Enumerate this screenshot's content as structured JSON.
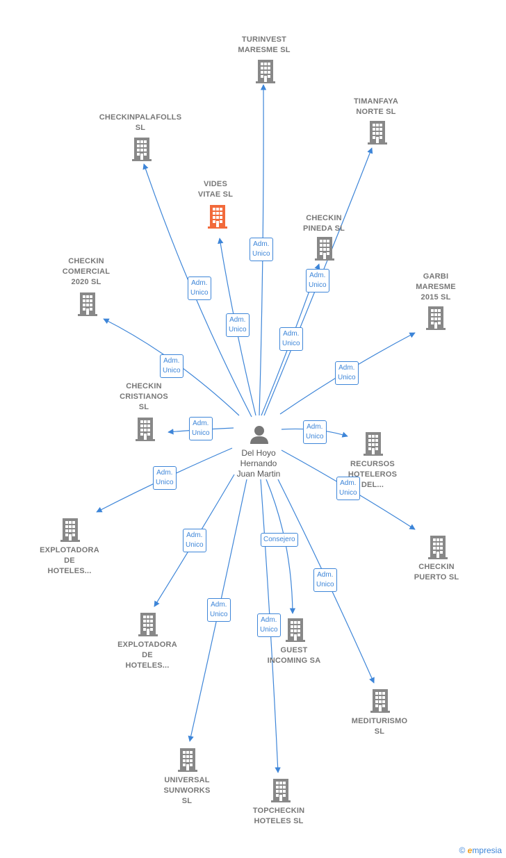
{
  "center": {
    "label": "Del Hoyo\nHernando\nJuan Martin"
  },
  "colors": {
    "edge": "#3d85d8",
    "node": "#888888",
    "highlight": "#f26a3b",
    "person": "#777777"
  },
  "nodes": [
    {
      "id": "turinvest",
      "label": "TURINVEST\nMARESME  SL",
      "highlight": false
    },
    {
      "id": "timanfaya",
      "label": "TIMANFAYA\nNORTE  SL",
      "highlight": false
    },
    {
      "id": "checkinpalafolls",
      "label": "CHECKINPALAFOLLS\nSL",
      "highlight": false
    },
    {
      "id": "vides",
      "label": "VIDES\nVITAE  SL",
      "highlight": true
    },
    {
      "id": "checkinpineda",
      "label": "CHECKIN\nPINEDA  SL",
      "highlight": false
    },
    {
      "id": "checkincomercial",
      "label": "CHECKIN\nCOMERCIAL\n2020  SL",
      "highlight": false
    },
    {
      "id": "garbi",
      "label": "GARBI\nMARESME\n2015  SL",
      "highlight": false
    },
    {
      "id": "checkincristianos",
      "label": "CHECKIN\nCRISTIANOS\nSL",
      "highlight": false
    },
    {
      "id": "recursos",
      "label": "RECURSOS\nHOTELEROS\nDEL...",
      "highlight": false
    },
    {
      "id": "explotadora1",
      "label": "EXPLOTADORA\nDE\nHOTELES...",
      "highlight": false
    },
    {
      "id": "checkinpuerto",
      "label": "CHECKIN\nPUERTO  SL",
      "highlight": false
    },
    {
      "id": "explotadora2",
      "label": "EXPLOTADORA\nDE\nHOTELES...",
      "highlight": false
    },
    {
      "id": "guest",
      "label": "GUEST\nINCOMING SA",
      "highlight": false
    },
    {
      "id": "mediturismo",
      "label": "MEDITURISMO\nSL",
      "highlight": false
    },
    {
      "id": "universal",
      "label": "UNIVERSAL\nSUNWORKS\nSL",
      "highlight": false
    },
    {
      "id": "topcheckin",
      "label": "TOPCHECKIN\nHOTELES SL",
      "highlight": false
    }
  ],
  "edges": [
    {
      "to": "turinvest",
      "label": "Adm.\nUnico"
    },
    {
      "to": "timanfaya",
      "label": "Adm.\nUnico"
    },
    {
      "to": "checkinpalafolls",
      "label": "Adm.\nUnico"
    },
    {
      "to": "vides",
      "label": "Adm.\nUnico"
    },
    {
      "to": "checkinpineda",
      "label": "Adm.\nUnico"
    },
    {
      "to": "checkincomercial",
      "label": "Adm.\nUnico"
    },
    {
      "to": "garbi",
      "label": "Adm.\nUnico"
    },
    {
      "to": "checkincristianos",
      "label": "Adm.\nUnico"
    },
    {
      "to": "recursos",
      "label": "Adm.\nUnico"
    },
    {
      "to": "explotadora1",
      "label": "Adm.\nUnico"
    },
    {
      "to": "checkinpuerto",
      "label": "Adm.\nUnico"
    },
    {
      "to": "explotadora2",
      "label": "Adm.\nUnico"
    },
    {
      "to": "guest",
      "label": "Consejero"
    },
    {
      "to": "mediturismo",
      "label": "Adm.\nUnico"
    },
    {
      "to": "universal",
      "label": "Adm.\nUnico"
    },
    {
      "to": "topcheckin",
      "label": "Adm.\nUnico"
    }
  ],
  "footer": {
    "copyright": "©",
    "brand_initial": "e",
    "brand_rest": "mpresia"
  }
}
